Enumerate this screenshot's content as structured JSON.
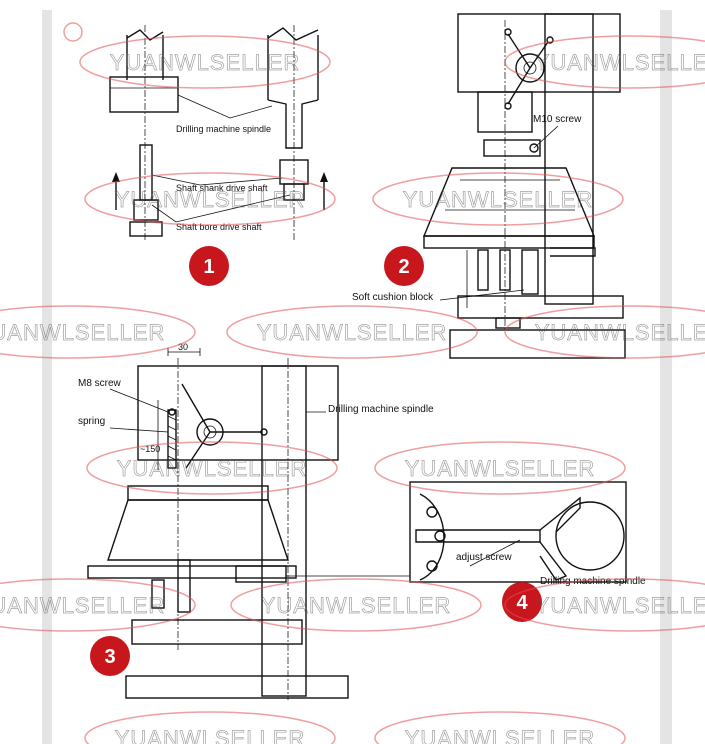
{
  "labels": {
    "spindle_1": "Drilling machine spindle",
    "shank_shaft": "Shaft shank drive shaft",
    "bore_shaft": "Shaft bore drive shaft",
    "m10": "M10 screw",
    "soft_block": "Soft cushion block",
    "m8": "M8 screw",
    "spring": "spring",
    "dim_30": "30",
    "dim_150": "~150",
    "spindle_3": "Drilling machine spindle",
    "adjust": "adjust screw",
    "spindle_4": "Drilling machine spindle"
  },
  "steps": [
    "1",
    "2",
    "3",
    "4"
  ],
  "watermark": {
    "text": "YUANWLSELLER"
  },
  "colors": {
    "badge": "#c8161d",
    "watermark_ring": "#e05050",
    "line": "#111111"
  }
}
